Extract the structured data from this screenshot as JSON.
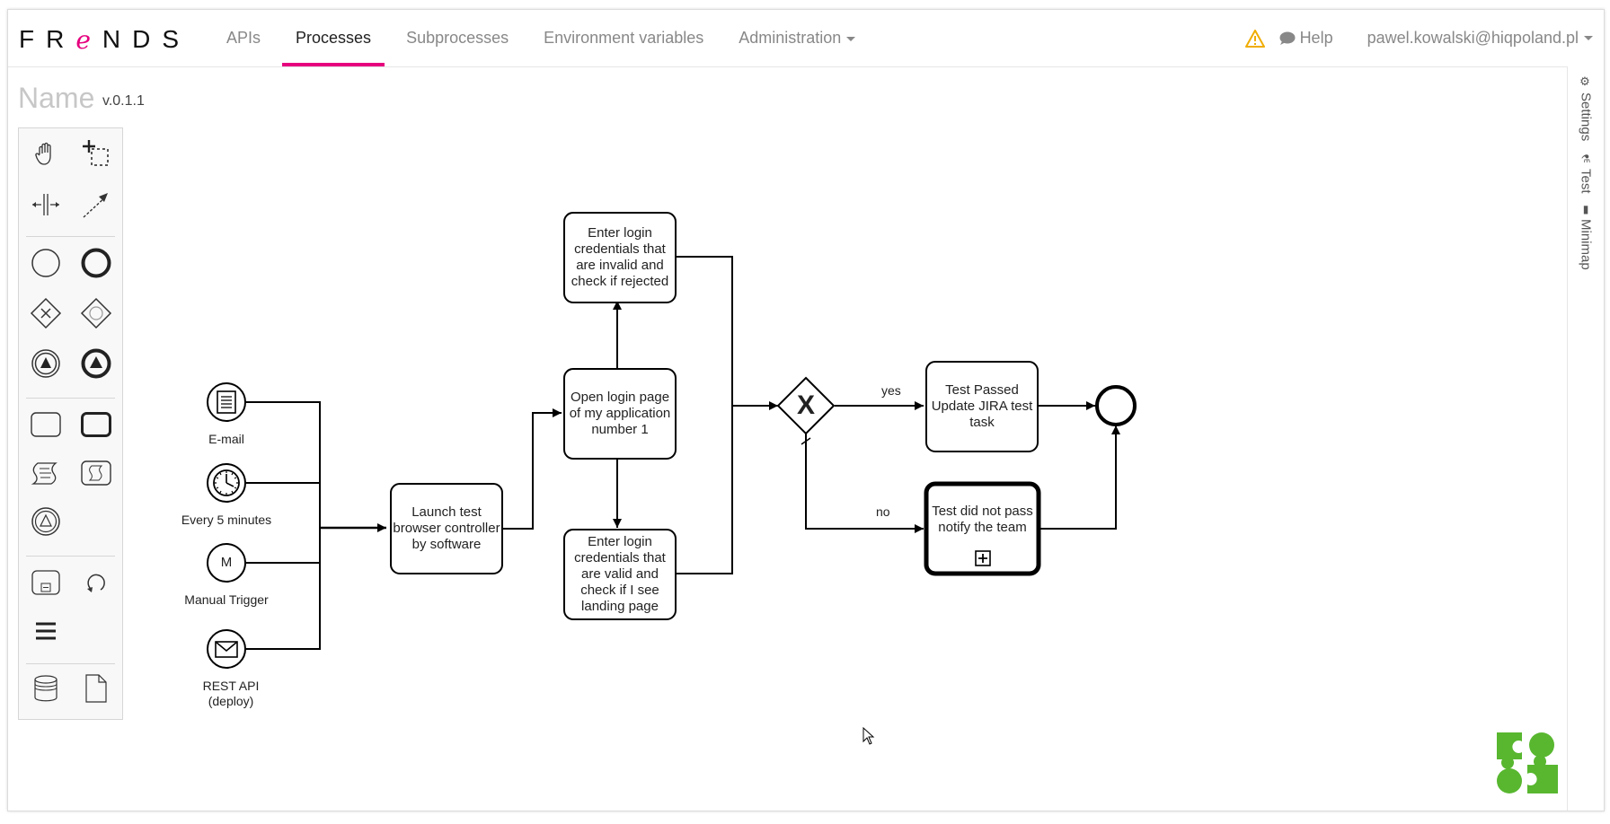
{
  "nav": {
    "logo_text_1": "FR",
    "logo_text_e": "e",
    "logo_text_2": "NDS",
    "items": [
      {
        "label": "APIs"
      },
      {
        "label": "Processes",
        "active": true
      },
      {
        "label": "Subprocesses"
      },
      {
        "label": "Environment variables"
      },
      {
        "label": "Administration",
        "dropdown": true
      }
    ],
    "help_label": "Help",
    "user_email": "pawel.kowalski@hiqpoland.pl"
  },
  "process": {
    "name": "Name",
    "version": "v.0.1.1"
  },
  "palette": {
    "tools": [
      "hand-tool-icon",
      "lasso-tool-icon",
      "space-tool-icon",
      "connect-tool-icon",
      "start-event-icon",
      "end-event-icon",
      "exclusive-gateway-icon",
      "event-gateway-icon",
      "intermediate-throw-event-icon",
      "end-throw-event-icon",
      "task-icon",
      "call-activity-icon",
      "script-task-icon",
      "subprocess-script-icon",
      "escalation-event-icon",
      "subprocess-collapsed-icon",
      "loop-icon",
      "lane-icon",
      "data-store-icon",
      "data-object-icon"
    ]
  },
  "side_tabs": [
    {
      "label": "Settings",
      "icon": "gear-icon"
    },
    {
      "label": "Test",
      "icon": "flask-icon"
    },
    {
      "label": "Minimap",
      "icon": "book-icon"
    }
  ],
  "diagram": {
    "triggers": [
      {
        "label": "E-mail",
        "icon": "file-icon"
      },
      {
        "label": "Every 5 minutes",
        "icon": "clock-icon"
      },
      {
        "label": "Manual Trigger",
        "icon": "manual-icon",
        "glyph": "M"
      },
      {
        "label_1": "REST API",
        "label_2": "(deploy)",
        "icon": "envelope-icon"
      }
    ],
    "tasks": {
      "launch": "Launch test browser controller by software",
      "open_login": "Open login page of my application number 1",
      "invalid_login": "Enter login credentials that are invalid and check if rejected",
      "valid_login": "Enter login credentials that are valid and check if I see landing page",
      "test_passed": "Test Passed Update JIRA test task",
      "test_failed": "Test did not pass notify the team"
    },
    "flow_labels": {
      "yes": "yes",
      "no": "no"
    },
    "gateway_glyph": "X"
  },
  "colors": {
    "accent": "#e6007e",
    "warning": "#f0ad00",
    "puzzle": "#58b72f"
  }
}
